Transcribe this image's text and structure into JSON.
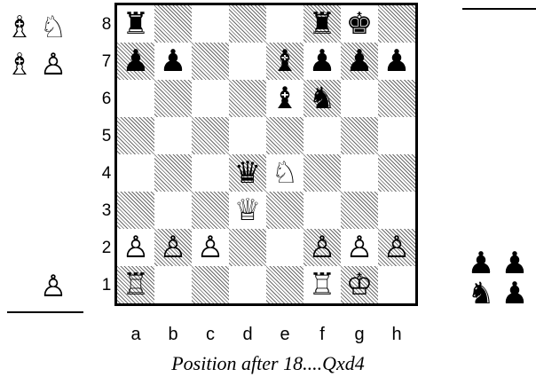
{
  "rank_labels": [
    "8",
    "7",
    "6",
    "5",
    "4",
    "3",
    "2",
    "1"
  ],
  "file_labels": [
    "a",
    "b",
    "c",
    "d",
    "e",
    "f",
    "g",
    "h"
  ],
  "caption": "Position after 18....Qxd4",
  "pieces": [
    {
      "sq": "a8",
      "glyph": "♜",
      "name": "black-rook-icon"
    },
    {
      "sq": "f8",
      "glyph": "♜",
      "name": "black-rook-icon"
    },
    {
      "sq": "g8",
      "glyph": "♚",
      "name": "black-king-icon"
    },
    {
      "sq": "a7",
      "glyph": "♟",
      "name": "black-pawn-icon"
    },
    {
      "sq": "b7",
      "glyph": "♟",
      "name": "black-pawn-icon"
    },
    {
      "sq": "e7",
      "glyph": "♝",
      "name": "black-bishop-icon"
    },
    {
      "sq": "f7",
      "glyph": "♟",
      "name": "black-pawn-icon"
    },
    {
      "sq": "g7",
      "glyph": "♟",
      "name": "black-pawn-icon"
    },
    {
      "sq": "h7",
      "glyph": "♟",
      "name": "black-pawn-icon"
    },
    {
      "sq": "e6",
      "glyph": "♝",
      "name": "black-bishop-icon"
    },
    {
      "sq": "f6",
      "glyph": "♞",
      "name": "black-knight-icon"
    },
    {
      "sq": "d4",
      "glyph": "♛",
      "name": "black-queen-icon"
    },
    {
      "sq": "e4",
      "glyph": "♘",
      "name": "white-knight-icon"
    },
    {
      "sq": "d3",
      "glyph": "♕",
      "name": "white-queen-icon"
    },
    {
      "sq": "a2",
      "glyph": "♙",
      "name": "white-pawn-icon"
    },
    {
      "sq": "b2",
      "glyph": "♙",
      "name": "white-pawn-icon"
    },
    {
      "sq": "c2",
      "glyph": "♙",
      "name": "white-pawn-icon"
    },
    {
      "sq": "f2",
      "glyph": "♙",
      "name": "white-pawn-icon"
    },
    {
      "sq": "g2",
      "glyph": "♙",
      "name": "white-pawn-icon"
    },
    {
      "sq": "h2",
      "glyph": "♙",
      "name": "white-pawn-icon"
    },
    {
      "sq": "a1",
      "glyph": "♖",
      "name": "white-rook-icon"
    },
    {
      "sq": "f1",
      "glyph": "♖",
      "name": "white-rook-icon"
    },
    {
      "sq": "g1",
      "glyph": "♔",
      "name": "white-king-icon"
    }
  ],
  "captured_left": [
    {
      "glyph": "♗",
      "name": "white-bishop-icon"
    },
    {
      "glyph": "♘",
      "name": "white-knight-icon"
    },
    {
      "glyph": "♗",
      "name": "white-bishop-icon"
    },
    {
      "glyph": "♙",
      "name": "white-pawn-icon"
    },
    {
      "glyph": "♙",
      "name": "white-pawn-icon"
    }
  ],
  "captured_right": [
    {
      "glyph": "♟",
      "name": "black-pawn-icon"
    },
    {
      "glyph": "♟",
      "name": "black-pawn-icon"
    },
    {
      "glyph": "♞",
      "name": "black-knight-icon"
    },
    {
      "glyph": "♟",
      "name": "black-pawn-icon"
    }
  ]
}
